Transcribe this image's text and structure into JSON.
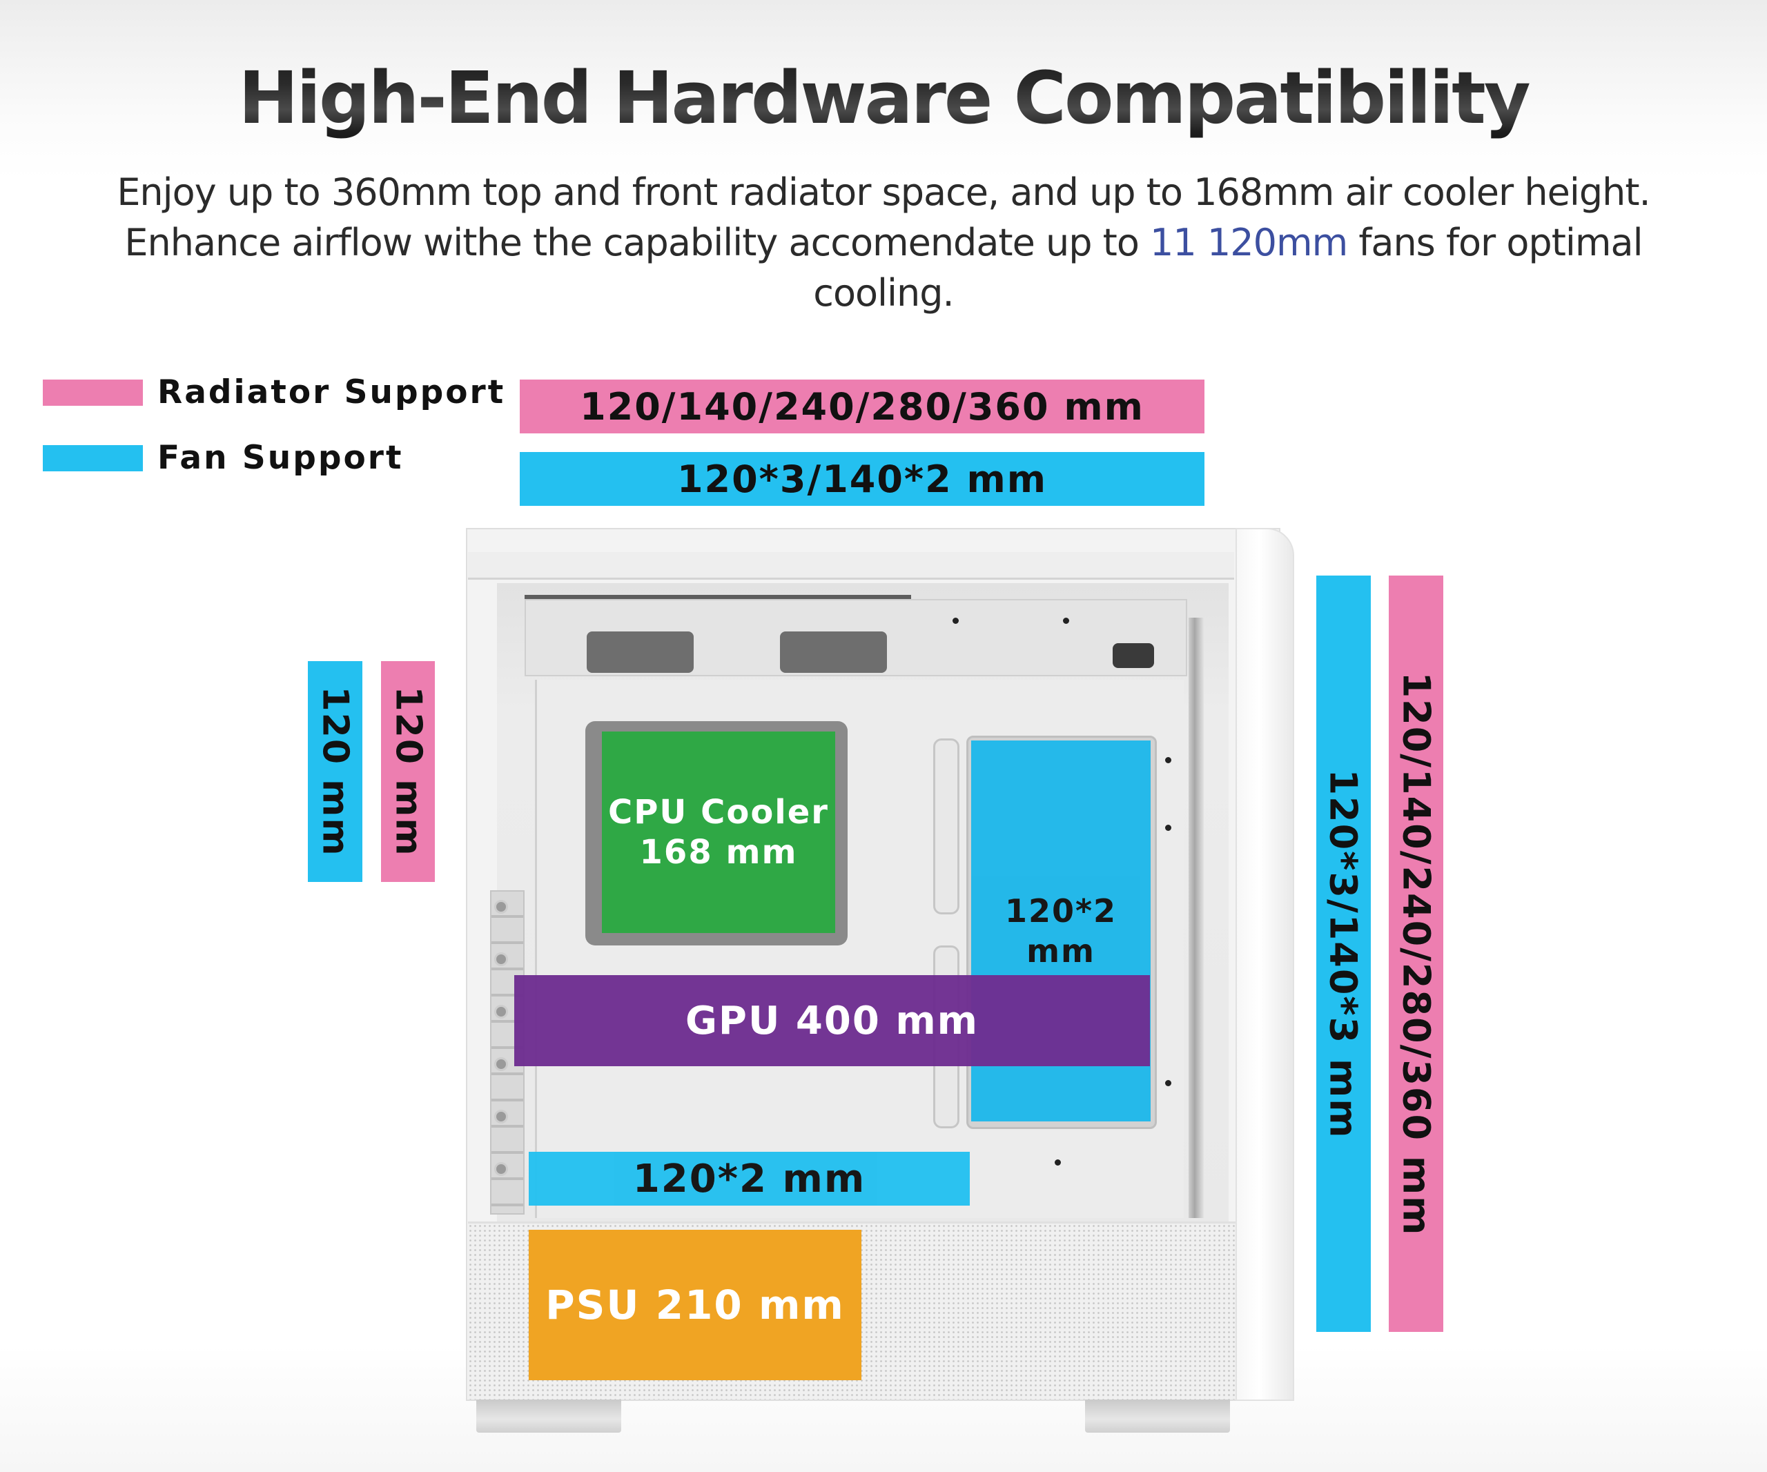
{
  "header": {
    "title": "High-End Hardware Compatibility",
    "intro_part1": "Enjoy up to 360mm top and front radiator space, and up to  168mm air cooler height. Enhance airflow withe the capability  accomendate up to ",
    "intro_highlight": "11 120mm",
    "intro_part2": " fans for optimal cooling."
  },
  "legend": {
    "items": [
      {
        "label": "Radiator Support",
        "color": "#ed7eb0"
      },
      {
        "label": "Fan Support",
        "color": "#24c0f0"
      }
    ]
  },
  "colors": {
    "radiator": "#ed7eb0",
    "fan": "#24c0f0",
    "cpu": "#2fa845",
    "gpu": "#6e2e91",
    "psu": "#f0a423",
    "highlight_text": "#3c4fa0"
  },
  "dimensions": {
    "top_radiator": "120/140/240/280/360 mm",
    "top_fan": "120*3/140*2 mm",
    "rear_fan": "120 mm",
    "rear_radiator": "120 mm",
    "front_fan": "120*3/140*3 mm",
    "front_radiator": "120/140/240/280/360 mm",
    "cpu_cooler_line1": "CPU Cooler",
    "cpu_cooler_line2": "168 mm",
    "side_fan_line1": "120*2",
    "side_fan_line2": "mm",
    "gpu": "GPU 400 mm",
    "bottom_fan": "120*2 mm",
    "psu": "PSU 210 mm"
  }
}
